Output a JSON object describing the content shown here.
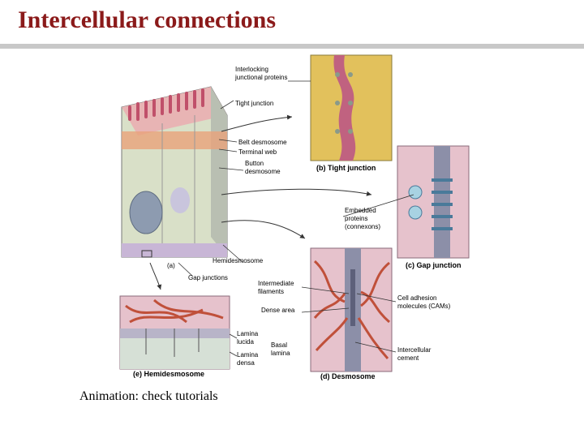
{
  "title": "Intercellular connections",
  "caption": "Animation: check tutorials",
  "figure": {
    "labels": {
      "interlocking": [
        "Interlocking",
        "junctional proteins"
      ],
      "tight_junction": "Tight junction",
      "belt_desmosome": "Belt desmosome",
      "terminal_web": "Terminal web",
      "button_desmosome": [
        "Button",
        "desmosome"
      ],
      "hemidesmosome": "Hemidesmosome",
      "gap_junctions": "Gap junctions",
      "panel_a": "(a)",
      "panel_b": "(b) Tight junction",
      "panel_c": "(c) Gap junction",
      "panel_d": "(d) Desmosome",
      "panel_e": "(e) Hemidesmosome",
      "embedded_proteins": [
        "Embedded",
        "proteins",
        "(connexons)"
      ],
      "intermediate_filaments": [
        "Intermediate",
        "filaments"
      ],
      "dense_area": "Dense area",
      "cams": [
        "Cell adhesion",
        "molecules (CAMs)"
      ],
      "intercellular_cement": [
        "Intercellular",
        "cement"
      ],
      "lamina_lucida": [
        "Lamina",
        "lucida"
      ],
      "lamina_densa": [
        "Lamina",
        "densa"
      ],
      "basal_lamina": [
        "Basal",
        "lamina"
      ]
    }
  }
}
